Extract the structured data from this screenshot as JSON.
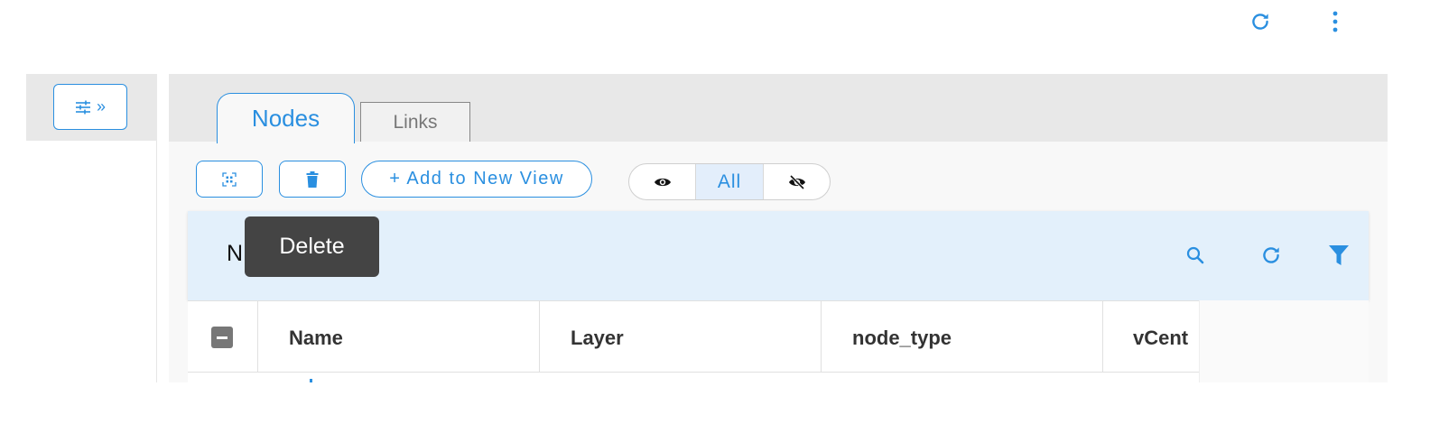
{
  "topbar": {
    "refresh_icon": "refresh-icon",
    "menu_icon": "more-vertical-icon"
  },
  "sidebar": {
    "expand_icon": "filter-settings-icon",
    "expand_label": "»"
  },
  "tabs": [
    {
      "label": "Nodes",
      "active": true
    },
    {
      "label": "Links",
      "active": false
    }
  ],
  "toolbar": {
    "select_icon": "select-all-icon",
    "delete_icon": "trash-icon",
    "add_view_label": "+ Add to New View",
    "visibility": {
      "show_icon": "eye-icon",
      "all_label": "All",
      "hide_icon": "eye-off-icon",
      "selected": "All"
    }
  },
  "tooltip": {
    "text": "Delete"
  },
  "grid": {
    "title": "N",
    "actions": [
      "search-icon",
      "refresh-icon",
      "filter-icon"
    ],
    "columns": [
      "Name",
      "Layer",
      "node_type",
      "vCent"
    ]
  },
  "colors": {
    "accent": "#2a8fe0",
    "toolbar_bg": "#e3f0fb",
    "tooltip_bg": "#444444"
  }
}
